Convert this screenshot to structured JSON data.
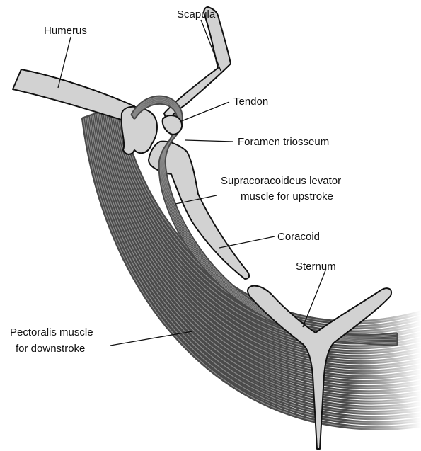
{
  "labels": {
    "humerus": "Humerus",
    "scapula": "Scapula",
    "tendon": "Tendon",
    "foramen": "Foramen triosseum",
    "supra_line1": "Supracoracoideus levator",
    "supra_line2": "muscle for upstroke",
    "coracoid": "Coracoid",
    "sternum": "Sternum",
    "pectoralis_line1": "Pectoralis muscle",
    "pectoralis_line2": "for downstroke"
  },
  "colors": {
    "bone_fill": "#d2d2d2",
    "outline": "#111111",
    "muscle_dark": "#4a4a4a",
    "muscle_light": "#8a8a8a",
    "background": "#ffffff"
  }
}
